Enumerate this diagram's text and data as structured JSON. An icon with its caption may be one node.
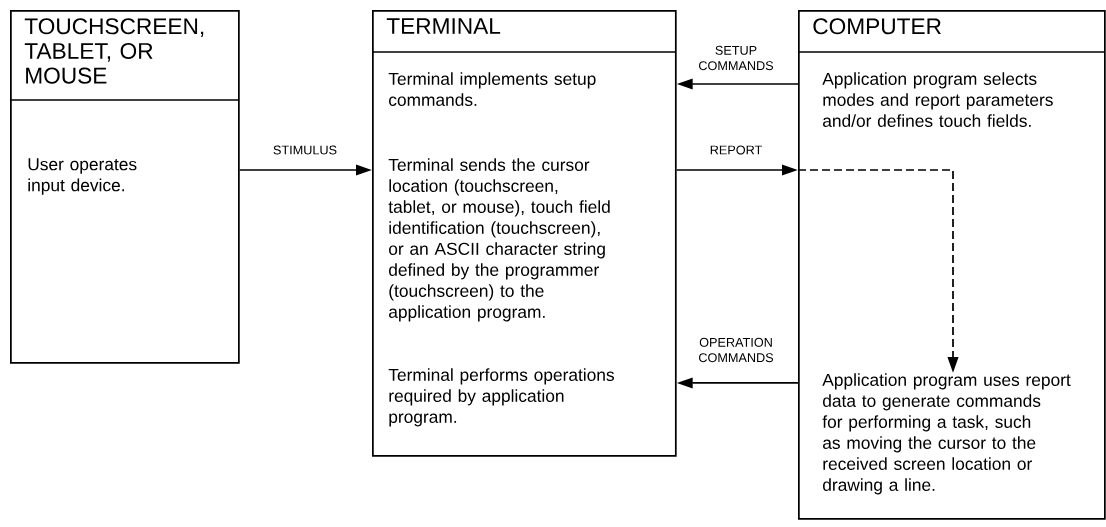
{
  "diagram": {
    "nodes": [
      {
        "text": [
          "TOUCHSCREEN, TABLET, OR MOUSE",
          "User operates input device."
        ]
      },
      {
        "text": [
          "TERMINAL",
          "Terminal implements setup commands.",
          "Terminal sends the cursor location (touchscreen, tablet, or mouse), touch field identification (touchscreen), or an ASCII character string defined by the programmer (touchscreen) to the application program.",
          "Terminal performs operations required by application program."
        ]
      },
      {
        "text": [
          "COMPUTER",
          "Application program selects modes and report parameters and/or defines touch fields."
        ]
      },
      {
        "text": [
          "Application program uses report data to generate commands for performing a task, such as moving the cursor to the received screen location or drawing a line."
        ],
        "in": 2
      }
    ],
    "edges": [
      {
        "from": 0,
        "to": 1,
        "arrow": "to",
        "label": "STIMULUS"
      },
      {
        "from": 2,
        "to": 1,
        "arrow": "to",
        "label": "SETUP COMMANDS"
      },
      {
        "from": 1,
        "to": 2,
        "arrow": "to",
        "label": "REPORT"
      },
      {
        "from": 2,
        "to": 3,
        "arrow": "to",
        "style": "dashed"
      },
      {
        "from": 2,
        "to": 1,
        "arrow": "to",
        "label": "OPERATION COMMANDS"
      }
    ]
  }
}
